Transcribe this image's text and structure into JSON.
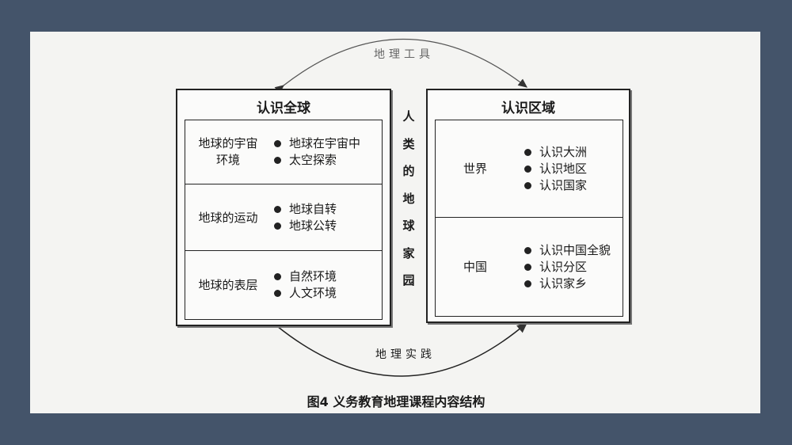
{
  "top_arc_label": "地理工具",
  "bottom_arc_label": "地理实践",
  "center_vertical_text": [
    "人",
    "类",
    "的",
    "地",
    "球",
    "家",
    "园"
  ],
  "left_box": {
    "title": "认识全球",
    "rows": [
      {
        "label_lines": [
          "地球的宇宙",
          "环境"
        ],
        "items": [
          "地球在宇宙中",
          "太空探索"
        ]
      },
      {
        "label_lines": [
          "地球的运动"
        ],
        "items": [
          "地球自转",
          "地球公转"
        ]
      },
      {
        "label_lines": [
          "地球的表层"
        ],
        "items": [
          "自然环境",
          "人文环境"
        ]
      }
    ]
  },
  "right_box": {
    "title": "认识区域",
    "rows": [
      {
        "label_lines": [
          "世界"
        ],
        "items": [
          "认识大洲",
          "认识地区",
          "认识国家"
        ]
      },
      {
        "label_lines": [
          "中国"
        ],
        "items": [
          "认识中国全貌",
          "认识分区",
          "认识家乡"
        ]
      }
    ]
  },
  "caption": "图4  义务教育地理课程内容结构",
  "colors": {
    "background": "#44546a",
    "paper": "#f4f4f2",
    "ink": "#1a1a1a"
  }
}
